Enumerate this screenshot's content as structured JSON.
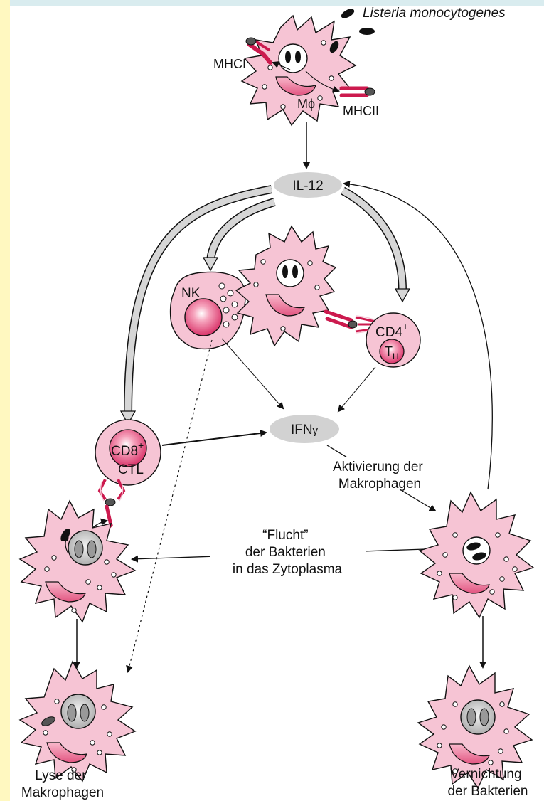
{
  "labels": {
    "bacterium": "Listeria monocytogenes",
    "mhc1": "MHCI",
    "mhc2": "MHCII",
    "macrophage": "Mϕ",
    "il12": "IL-12",
    "nk": "NK",
    "cd4": "CD4",
    "cd4_sup": "+",
    "th": "T",
    "th_sub": "H",
    "ifn": "IFN",
    "ifn_greek": "γ",
    "cd8": "CD8",
    "cd8_sup": "+",
    "ctl": "CTL",
    "activation_line1": "Aktivierung der",
    "activation_line2": "Makrophagen",
    "escape_line1": "“Flucht”",
    "escape_line2": "der Bakterien",
    "escape_line3": "in das Zytoplasma",
    "lysis_line1": "Lyse der",
    "lysis_line2": "Makrophagen",
    "destroy_line1": "Vernichtung",
    "destroy_line2": "der Bakterien"
  },
  "colors": {
    "cell_fill": "#f6c4d4",
    "cell_dark": "#e8547e",
    "receptor": "#cc1a4e",
    "oval_fill": "#d2d2d2",
    "left_strip": "#fff8c0",
    "top_strip": "#d9ecef"
  }
}
